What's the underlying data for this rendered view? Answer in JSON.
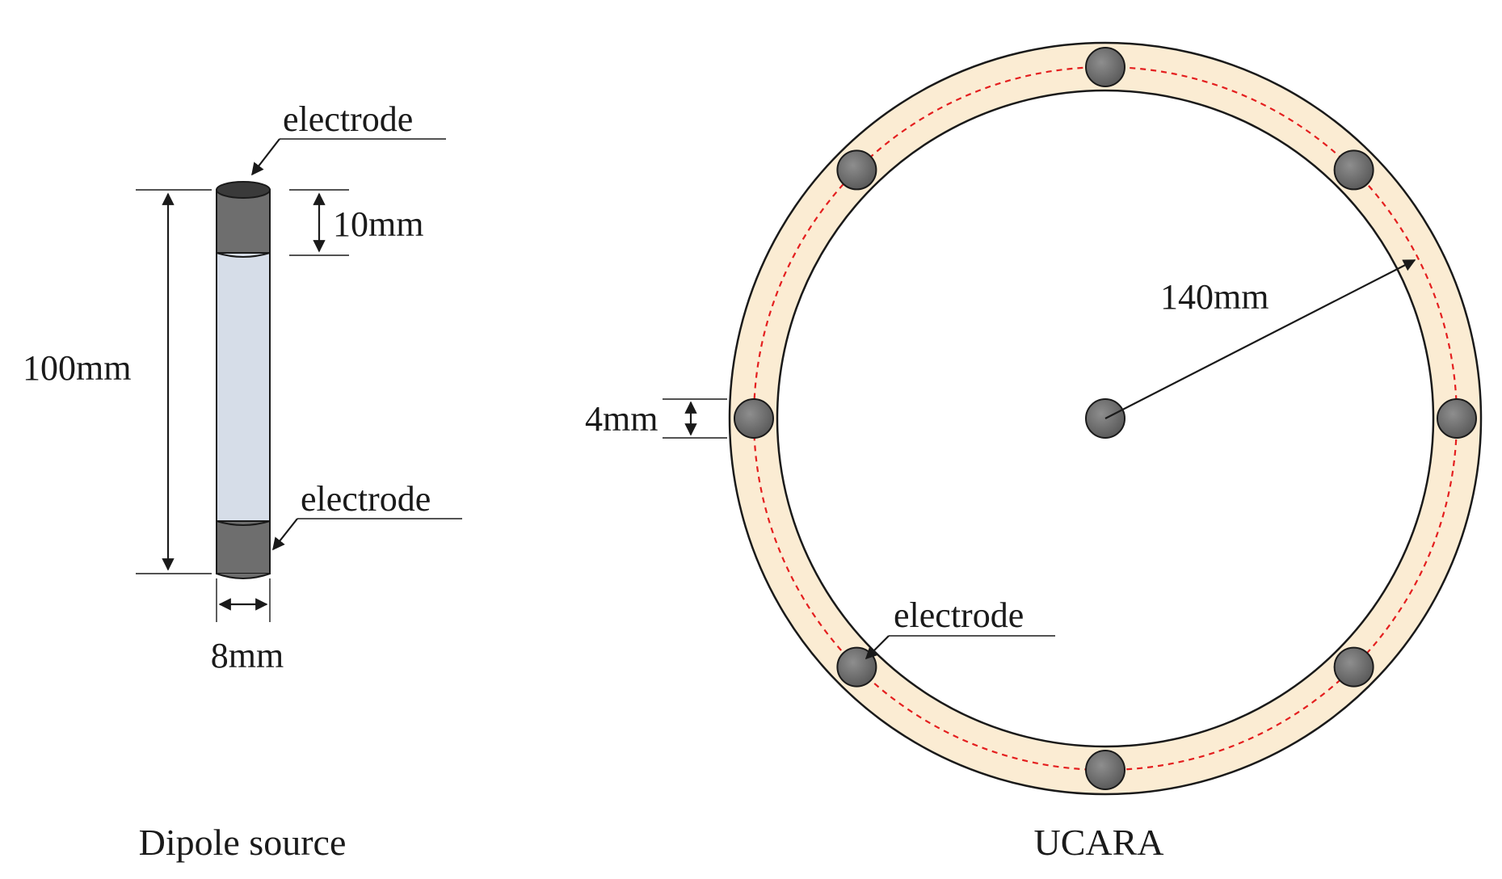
{
  "dipole": {
    "caption": "Dipole source",
    "top_electrode_label": "electrode",
    "bottom_electrode_label": "electrode",
    "length_label": "100mm",
    "electrode_length_label": "10mm",
    "diameter_label": "8mm"
  },
  "array": {
    "caption": "UCARA",
    "radius_label": "140mm",
    "electrode_size_label": "4mm",
    "electrode_label": "electrode",
    "ring_electrode_count": 8,
    "has_center_electrode": true
  },
  "colors": {
    "electrode_fill": "#6e6e6e",
    "electrode_cap": "#3a3a3a",
    "tube_body": "#d6dde8",
    "ring_fill": "#fbecd3",
    "dashed_circle": "#e41f1f",
    "line": "#1a1a1a"
  }
}
